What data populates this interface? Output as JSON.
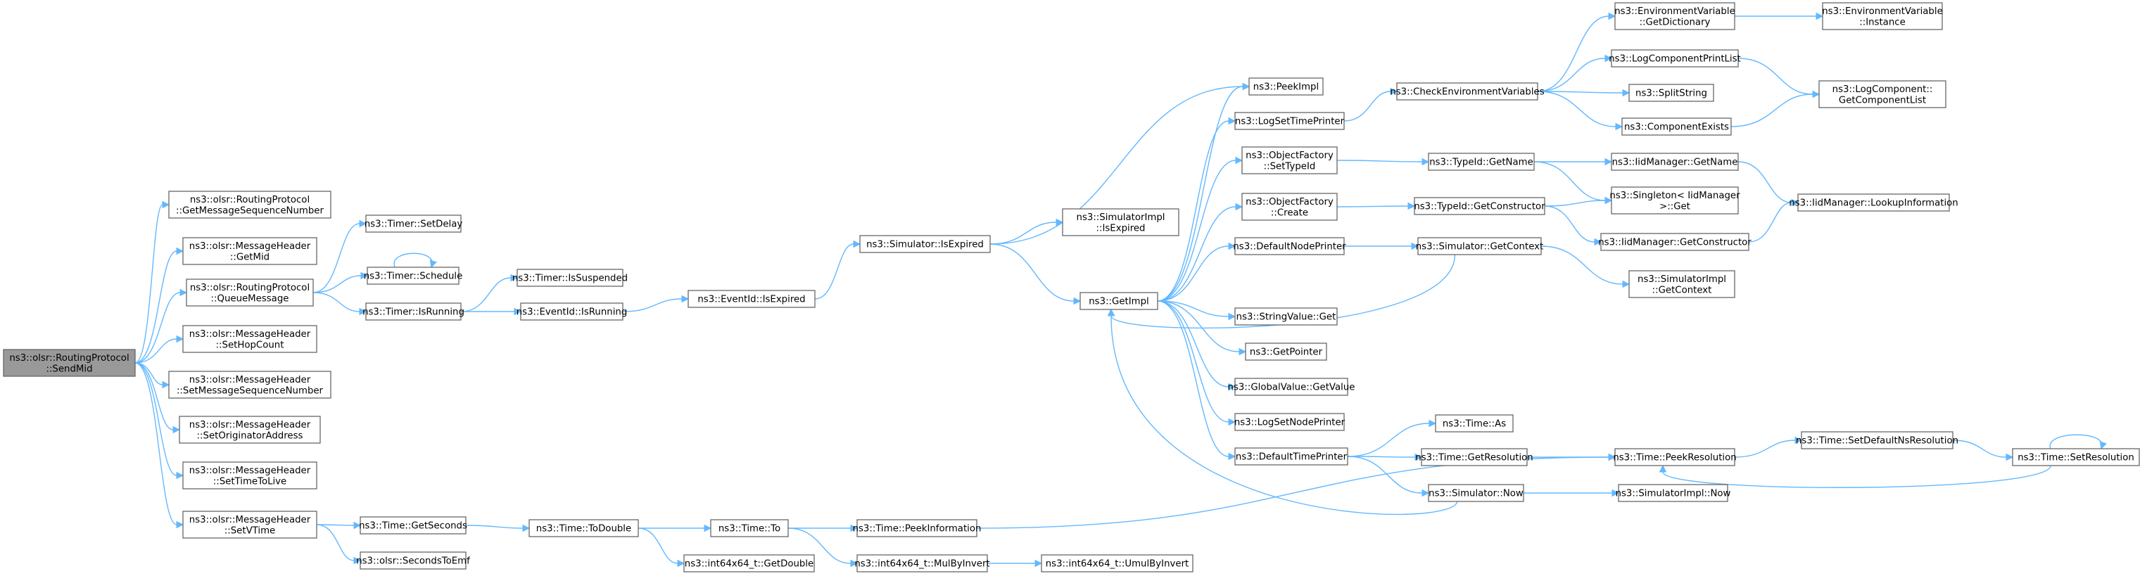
{
  "diagram": {
    "kind": "call-graph",
    "nodes": [
      {
        "id": "sendmid",
        "lines": [
          "ns3::olsr::RoutingProtocol",
          "::SendMid"
        ],
        "root": true
      },
      {
        "id": "getmsn",
        "lines": [
          "ns3::olsr::RoutingProtocol",
          "::GetMessageSequenceNumber"
        ]
      },
      {
        "id": "getmid",
        "lines": [
          "ns3::olsr::MessageHeader",
          "::GetMid"
        ]
      },
      {
        "id": "queuemsg",
        "lines": [
          "ns3::olsr::RoutingProtocol",
          "::QueueMessage"
        ]
      },
      {
        "id": "sethop",
        "lines": [
          "ns3::olsr::MessageHeader",
          "::SetHopCount"
        ]
      },
      {
        "id": "setmsn",
        "lines": [
          "ns3::olsr::MessageHeader",
          "::SetMessageSequenceNumber"
        ]
      },
      {
        "id": "setorig",
        "lines": [
          "ns3::olsr::MessageHeader",
          "::SetOriginatorAddress"
        ]
      },
      {
        "id": "setttl",
        "lines": [
          "ns3::olsr::MessageHeader",
          "::SetTimeToLive"
        ]
      },
      {
        "id": "setvtime",
        "lines": [
          "ns3::olsr::MessageHeader",
          "::SetVTime"
        ]
      },
      {
        "id": "setdelay",
        "lines": [
          "ns3::Timer::SetDelay"
        ]
      },
      {
        "id": "schedule",
        "lines": [
          "ns3::Timer::Schedule"
        ]
      },
      {
        "id": "isrunning",
        "lines": [
          "ns3::Timer::IsRunning"
        ]
      },
      {
        "id": "issuspended",
        "lines": [
          "ns3::Timer::IsSuspended"
        ]
      },
      {
        "id": "evisrunning",
        "lines": [
          "ns3::EventId::IsRunning"
        ]
      },
      {
        "id": "evisexpired",
        "lines": [
          "ns3::EventId::IsExpired"
        ]
      },
      {
        "id": "simisexpired",
        "lines": [
          "ns3::Simulator::IsExpired"
        ]
      },
      {
        "id": "simimplisexp",
        "lines": [
          "ns3::SimulatorImpl",
          "::IsExpired"
        ]
      },
      {
        "id": "getimpl",
        "lines": [
          "ns3::GetImpl"
        ]
      },
      {
        "id": "peekimpl",
        "lines": [
          "ns3::PeekImpl"
        ]
      },
      {
        "id": "logsettime",
        "lines": [
          "ns3::LogSetTimePrinter"
        ]
      },
      {
        "id": "ofsettypeid",
        "lines": [
          "ns3::ObjectFactory",
          "::SetTypeId"
        ]
      },
      {
        "id": "ofcreate",
        "lines": [
          "ns3::ObjectFactory",
          "::Create"
        ]
      },
      {
        "id": "defnodeprinter",
        "lines": [
          "ns3::DefaultNodePrinter"
        ]
      },
      {
        "id": "strvalget",
        "lines": [
          "ns3::StringValue::Get"
        ]
      },
      {
        "id": "getpointer",
        "lines": [
          "ns3::GetPointer"
        ]
      },
      {
        "id": "gvgetvalue",
        "lines": [
          "ns3::GlobalValue::GetValue"
        ]
      },
      {
        "id": "logsetnode",
        "lines": [
          "ns3::LogSetNodePrinter"
        ]
      },
      {
        "id": "deftimeprinter",
        "lines": [
          "ns3::DefaultTimePrinter"
        ]
      },
      {
        "id": "checkenv",
        "lines": [
          "ns3::CheckEnvironmentVariables"
        ]
      },
      {
        "id": "typeidgetname",
        "lines": [
          "ns3::TypeId::GetName"
        ]
      },
      {
        "id": "typeidgetctor",
        "lines": [
          "ns3::TypeId::GetConstructor"
        ]
      },
      {
        "id": "simgetctx",
        "lines": [
          "ns3::Simulator::GetContext"
        ]
      },
      {
        "id": "timeas",
        "lines": [
          "ns3::Time::As"
        ]
      },
      {
        "id": "timegetres",
        "lines": [
          "ns3::Time::GetResolution"
        ]
      },
      {
        "id": "simnow",
        "lines": [
          "ns3::Simulator::Now"
        ]
      },
      {
        "id": "envgetdict",
        "lines": [
          "ns3::EnvironmentVariable",
          "::GetDictionary"
        ]
      },
      {
        "id": "envinstance",
        "lines": [
          "ns3::EnvironmentVariable",
          "::Instance"
        ]
      },
      {
        "id": "logcompprint",
        "lines": [
          "ns3::LogComponentPrintList"
        ]
      },
      {
        "id": "splitstring",
        "lines": [
          "ns3::SplitString"
        ]
      },
      {
        "id": "compexists",
        "lines": [
          "ns3::ComponentExists"
        ]
      },
      {
        "id": "logcompget",
        "lines": [
          "ns3::LogComponent::",
          "GetComponentList"
        ]
      },
      {
        "id": "iidgetname",
        "lines": [
          "ns3::IidManager::GetName"
        ]
      },
      {
        "id": "singletonget",
        "lines": [
          "ns3::Singleton< IidManager",
          ">::Get"
        ]
      },
      {
        "id": "iidgetctor",
        "lines": [
          "ns3::IidManager::GetConstructor"
        ]
      },
      {
        "id": "iidlookup",
        "lines": [
          "ns3::IidManager::LookupInformation"
        ]
      },
      {
        "id": "simimplgetctx",
        "lines": [
          "ns3::SimulatorImpl",
          "::GetContext"
        ]
      },
      {
        "id": "timepeekres",
        "lines": [
          "ns3::Time::PeekResolution"
        ]
      },
      {
        "id": "simimplnow",
        "lines": [
          "ns3::SimulatorImpl::Now"
        ]
      },
      {
        "id": "timesetdefres",
        "lines": [
          "ns3::Time::SetDefaultNsResolution"
        ]
      },
      {
        "id": "timesetres",
        "lines": [
          "ns3::Time::SetResolution"
        ]
      },
      {
        "id": "timegetsec",
        "lines": [
          "ns3::Time::GetSeconds"
        ]
      },
      {
        "id": "secondstoemf",
        "lines": [
          "ns3::olsr::SecondsToEmf"
        ]
      },
      {
        "id": "timetodouble",
        "lines": [
          "ns3::Time::ToDouble"
        ]
      },
      {
        "id": "timeto",
        "lines": [
          "ns3::Time::To"
        ]
      },
      {
        "id": "i64getdouble",
        "lines": [
          "ns3::int64x64_t::GetDouble"
        ]
      },
      {
        "id": "timepeekinfo",
        "lines": [
          "ns3::Time::PeekInformation"
        ]
      },
      {
        "id": "i64mulbyinv",
        "lines": [
          "ns3::int64x64_t::MulByInvert"
        ]
      },
      {
        "id": "i64umulbyinv",
        "lines": [
          "ns3::int64x64_t::UmulByInvert"
        ]
      }
    ],
    "edges": [
      [
        "sendmid",
        "getmsn"
      ],
      [
        "sendmid",
        "getmid"
      ],
      [
        "sendmid",
        "queuemsg"
      ],
      [
        "sendmid",
        "sethop"
      ],
      [
        "sendmid",
        "setmsn"
      ],
      [
        "sendmid",
        "setorig"
      ],
      [
        "sendmid",
        "setttl"
      ],
      [
        "sendmid",
        "setvtime"
      ],
      [
        "queuemsg",
        "setdelay"
      ],
      [
        "queuemsg",
        "schedule"
      ],
      [
        "queuemsg",
        "isrunning"
      ],
      [
        "schedule",
        "schedule"
      ],
      [
        "isrunning",
        "issuspended"
      ],
      [
        "isrunning",
        "evisrunning"
      ],
      [
        "evisrunning",
        "evisexpired"
      ],
      [
        "evisexpired",
        "simisexpired"
      ],
      [
        "simisexpired",
        "simimplisexp"
      ],
      [
        "simisexpired",
        "getimpl"
      ],
      [
        "simisexpired",
        "peekimpl"
      ],
      [
        "getimpl",
        "peekimpl"
      ],
      [
        "getimpl",
        "logsettime"
      ],
      [
        "getimpl",
        "ofsettypeid"
      ],
      [
        "getimpl",
        "ofcreate"
      ],
      [
        "getimpl",
        "defnodeprinter"
      ],
      [
        "getimpl",
        "strvalget"
      ],
      [
        "getimpl",
        "getpointer"
      ],
      [
        "getimpl",
        "gvgetvalue"
      ],
      [
        "getimpl",
        "logsetnode"
      ],
      [
        "getimpl",
        "deftimeprinter"
      ],
      [
        "logsettime",
        "checkenv"
      ],
      [
        "ofsettypeid",
        "typeidgetname"
      ],
      [
        "ofcreate",
        "typeidgetctor"
      ],
      [
        "defnodeprinter",
        "simgetctx"
      ],
      [
        "simgetctx",
        "getimpl"
      ],
      [
        "simgetctx",
        "simimplgetctx"
      ],
      [
        "deftimeprinter",
        "timeas"
      ],
      [
        "deftimeprinter",
        "timegetres"
      ],
      [
        "deftimeprinter",
        "simnow"
      ],
      [
        "simnow",
        "getimpl"
      ],
      [
        "simnow",
        "simimplnow"
      ],
      [
        "timegetres",
        "timepeekres"
      ],
      [
        "checkenv",
        "envgetdict"
      ],
      [
        "checkenv",
        "logcompprint"
      ],
      [
        "checkenv",
        "splitstring"
      ],
      [
        "checkenv",
        "compexists"
      ],
      [
        "envgetdict",
        "envinstance"
      ],
      [
        "logcompprint",
        "logcompget"
      ],
      [
        "compexists",
        "logcompget"
      ],
      [
        "typeidgetname",
        "iidgetname"
      ],
      [
        "typeidgetname",
        "singletonget"
      ],
      [
        "typeidgetctor",
        "singletonget"
      ],
      [
        "typeidgetctor",
        "iidgetctor"
      ],
      [
        "iidgetname",
        "iidlookup"
      ],
      [
        "iidgetctor",
        "iidlookup"
      ],
      [
        "timepeekres",
        "timesetdefres"
      ],
      [
        "timesetdefres",
        "timesetres"
      ],
      [
        "timesetres",
        "timepeekres"
      ],
      [
        "timesetres",
        "timesetres"
      ],
      [
        "setvtime",
        "timegetsec"
      ],
      [
        "setvtime",
        "secondstoemf"
      ],
      [
        "timegetsec",
        "timetodouble"
      ],
      [
        "timetodouble",
        "timeto"
      ],
      [
        "timetodouble",
        "i64getdouble"
      ],
      [
        "timeto",
        "timepeekinfo"
      ],
      [
        "timeto",
        "i64mulbyinv"
      ],
      [
        "i64mulbyinv",
        "i64umulbyinv"
      ],
      [
        "timepeekinfo",
        "timepeekres"
      ]
    ]
  }
}
